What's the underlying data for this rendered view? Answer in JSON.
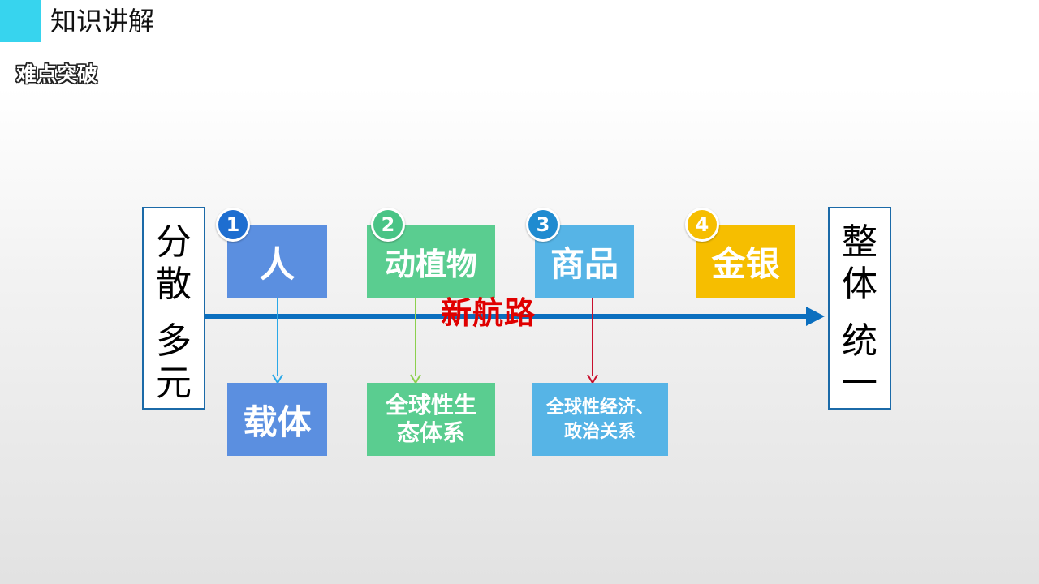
{
  "header": {
    "title": "知识讲解",
    "subtitle": "难点突破"
  },
  "left_box": {
    "top_chars": [
      "分",
      "散"
    ],
    "bottom_chars": [
      "多",
      "元"
    ]
  },
  "right_box": {
    "top_chars": [
      "整",
      "体"
    ],
    "bottom_chars": [
      "统",
      "一"
    ]
  },
  "route_label": "新航路",
  "items": [
    {
      "number": "1",
      "label": "人",
      "color": "#5b8fe0",
      "badge_color": "#1e6ed0",
      "target_lines": [
        "载体"
      ],
      "target_color": "#5b8fe0",
      "connector_color": "#2aa8e8"
    },
    {
      "number": "2",
      "label": "动植物",
      "color": "#5acd90",
      "badge_color": "#49c486",
      "target_lines": [
        "全球性生",
        "态体系"
      ],
      "target_color": "#5acd90",
      "connector_color": "#8cd04e"
    },
    {
      "number": "3",
      "label": "商品",
      "color": "#56b4e6",
      "badge_color": "#1f8bd0",
      "target_lines": [
        "全球性经济、",
        "政治关系"
      ],
      "target_color": "#56b4e6",
      "connector_color": "#c8102e"
    },
    {
      "number": "4",
      "label": "金银",
      "color": "#f6be00",
      "badge_color": "#f6be00",
      "target_lines": [],
      "target_color": "",
      "connector_color": ""
    }
  ],
  "colors": {
    "main_arrow": "#0b6fbf",
    "box_border": "#1b6aa8",
    "accent": "#37d4ee",
    "route_label": "#e00000"
  }
}
